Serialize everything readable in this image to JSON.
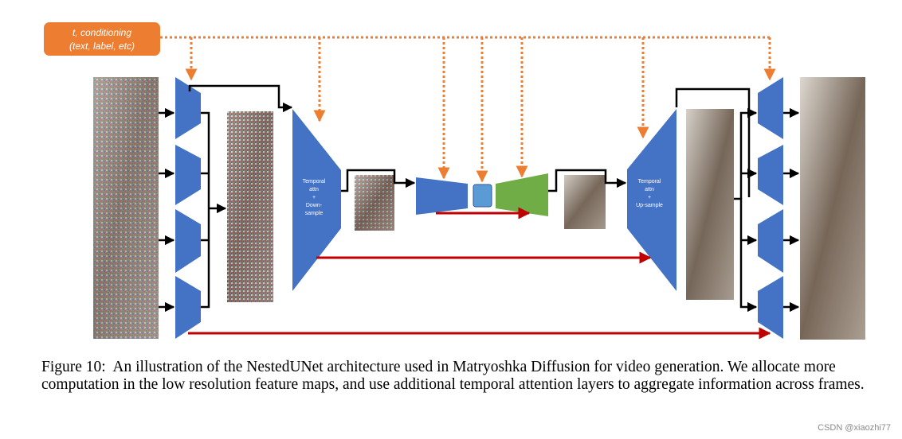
{
  "conditioning": {
    "line1": "t, conditioning",
    "line2": "(text,  label, etc)"
  },
  "blocks": {
    "down": {
      "l1": "Temporal",
      "l2": "attn",
      "l3": "+",
      "l4": "Down-",
      "l5": "sample"
    },
    "up": {
      "l1": "Temporal",
      "l2": "attn",
      "l3": "+",
      "l4": "Up-sample"
    }
  },
  "caption": {
    "prefix": "Figure 10:",
    "text": "An illustration of the NestedUNet architecture used in Matryoshka Diffusion for video generation. We allocate more computation in the low resolution feature maps, and use additional temporal attention layers to aggregate information across frames."
  },
  "watermark": "CSDN @xiaozhi77",
  "colors": {
    "encoder": "#4472c4",
    "decoder": "#70ad47",
    "mid": "#5b9bd5",
    "conditioning": "#ed7d31",
    "skip": "#c00000"
  }
}
